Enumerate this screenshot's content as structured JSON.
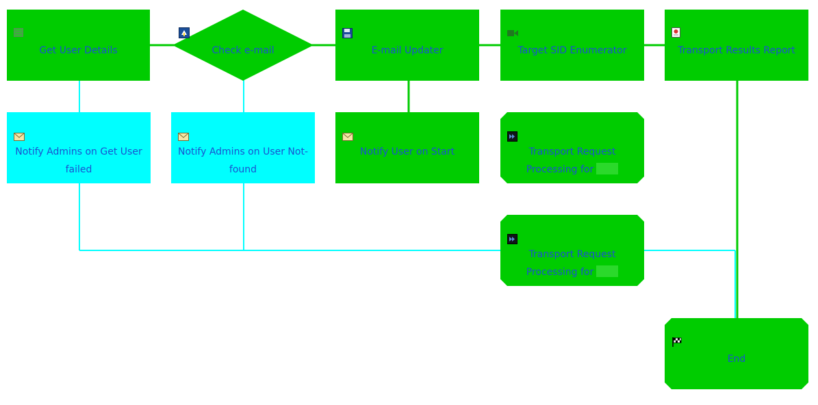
{
  "nodes": {
    "get_user_details": "Get User Details",
    "check_email": "Check e-mail",
    "email_updater": "E-mail Updater",
    "target_sid_enumerator": "Target SID Enumerator",
    "transport_results_report": "Transport Results Report",
    "notify_admins_get_user_failed": "Notify Admins on Get User failed",
    "notify_admins_user_not_found": "Notify Admins on User Not-found",
    "notify_user_on_start": "Notify User on Start",
    "transport_request_1": "Transport Request Processing for",
    "transport_request_2": "Transport Request Processing for",
    "end": "End"
  },
  "colors": {
    "task_fill": "#00cc00",
    "notify_fill": "#00ffff",
    "green_line": "#00cc00",
    "cyan_line": "#00ffff",
    "label_text": "#1a52d0"
  },
  "icons": {
    "get_user_details": "table-icon",
    "check_email": "decision-icon",
    "email_updater": "save-icon",
    "target_sid_enumerator": "camera-icon",
    "transport_results_report": "report-icon",
    "notify": "envelope-icon",
    "transport_request": "forward-icon",
    "end": "checkered-flag-icon"
  }
}
